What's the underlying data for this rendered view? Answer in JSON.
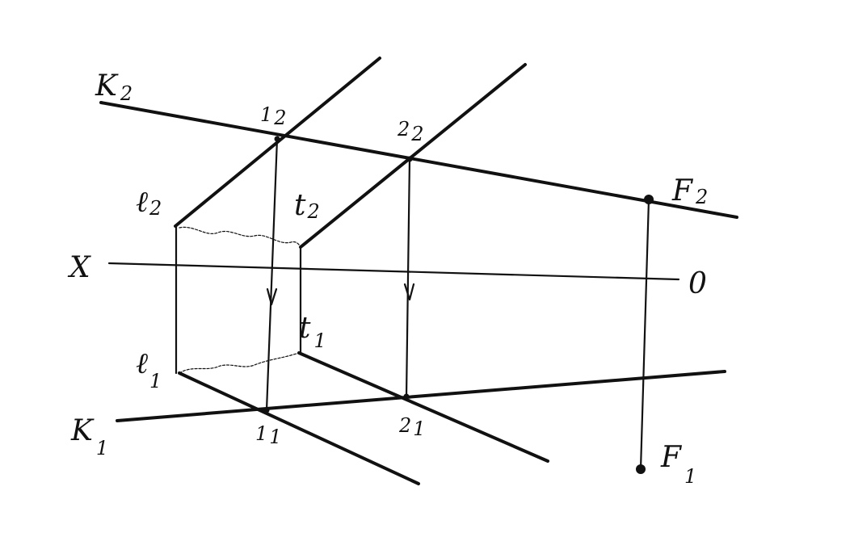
{
  "colors": {
    "ink": "#111111",
    "background": "#ffffff"
  },
  "labels": {
    "K2": {
      "main": "K",
      "sub": "2"
    },
    "K1": {
      "main": "K",
      "sub": "1"
    },
    "X": {
      "main": "X"
    },
    "O": {
      "main": "0"
    },
    "F2": {
      "main": "F",
      "sub": "2"
    },
    "F1": {
      "main": "F",
      "sub": "1"
    },
    "l2": {
      "main": "ℓ",
      "sub": "2"
    },
    "l1": {
      "main": "ℓ",
      "sub": "1"
    },
    "t2": {
      "main": "t",
      "sub": "2"
    },
    "t1": {
      "main": "t",
      "sub": "1"
    },
    "p12": {
      "main": "1",
      "sub": "2"
    },
    "p11": {
      "main": "1",
      "sub": "1"
    },
    "p22": {
      "main": "2",
      "sub": "2"
    },
    "p21": {
      "main": "2",
      "sub": "1"
    }
  }
}
